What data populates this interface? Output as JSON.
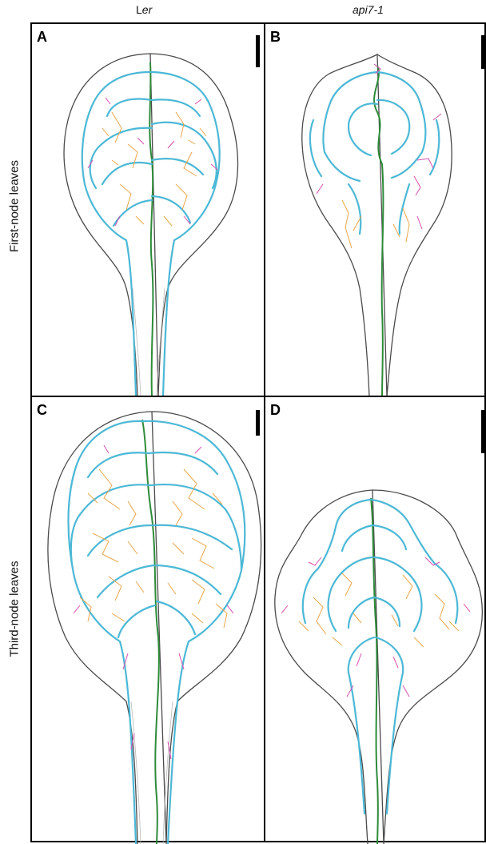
{
  "column_headers": [
    {
      "prefix": "L",
      "italic": "er"
    },
    {
      "prefix": "",
      "italic": "api7-1"
    }
  ],
  "row_labels": [
    "First-node leaves",
    "Third-node leaves"
  ],
  "panels": [
    {
      "letter": "A"
    },
    {
      "letter": "B"
    },
    {
      "letter": "C"
    },
    {
      "letter": "D"
    }
  ],
  "vein_colors": {
    "midvein": "#2e8b3a",
    "secondary": "#4cb8d6",
    "tertiary": "#e8a64a",
    "quaternary": "#d84fb0",
    "outline": "#4a4a4a"
  },
  "icons": [
    "scale-bar"
  ]
}
